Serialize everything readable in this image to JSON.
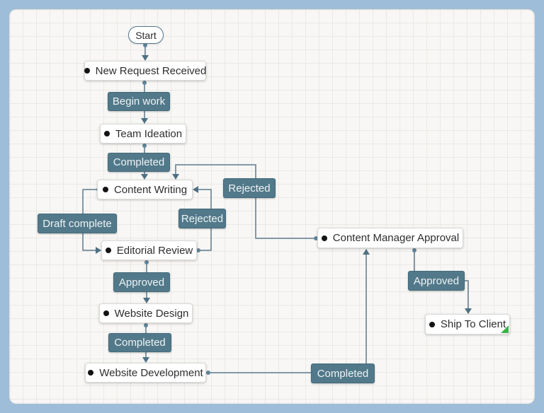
{
  "diagram": {
    "start": {
      "label": "Start"
    },
    "nodes": [
      {
        "id": "new-request-received",
        "label": "New Request Received"
      },
      {
        "id": "team-ideation",
        "label": "Team Ideation"
      },
      {
        "id": "content-writing",
        "label": "Content Writing"
      },
      {
        "id": "editorial-review",
        "label": "Editorial Review"
      },
      {
        "id": "website-design",
        "label": "Website Design"
      },
      {
        "id": "website-development",
        "label": "Website Development"
      },
      {
        "id": "content-manager-approval",
        "label": "Content Manager Approval"
      },
      {
        "id": "ship-to-client",
        "label": "Ship To Client"
      }
    ],
    "edges": [
      {
        "from": "Start",
        "to": "New Request Received",
        "label": ""
      },
      {
        "from": "New Request Received",
        "to": "Team Ideation",
        "label": "Begin work"
      },
      {
        "from": "Team Ideation",
        "to": "Content Writing",
        "label": "Completed"
      },
      {
        "from": "Content Writing",
        "to": "Editorial Review",
        "label": "Draft complete"
      },
      {
        "from": "Editorial Review",
        "to": "Content Writing",
        "label": "Rejected"
      },
      {
        "from": "Content Manager Approval",
        "to": "Content Writing",
        "label": "Rejected"
      },
      {
        "from": "Editorial Review",
        "to": "Website Design",
        "label": "Approved"
      },
      {
        "from": "Website Design",
        "to": "Website Development",
        "label": "Completed"
      },
      {
        "from": "Website Development",
        "to": "Content Manager Approval",
        "label": "Completed"
      },
      {
        "from": "Content Manager Approval",
        "to": "Ship To Client",
        "label": "Approved"
      }
    ]
  },
  "theme": {
    "frame": "#9ebdd8",
    "canvas": "#f8f7f5",
    "grid": "#ebe9e6",
    "line": "#8398a6",
    "arrow": "#4e7082",
    "dotc": "#62859a",
    "nodebg": "#ffffff",
    "nodetext": "#2e2e2e",
    "pillborder": "#54788a",
    "labelbg": "#52798a",
    "labelborder": "#426a7b",
    "labeltext": "#eef3f4",
    "flag": "#3cb24a"
  }
}
